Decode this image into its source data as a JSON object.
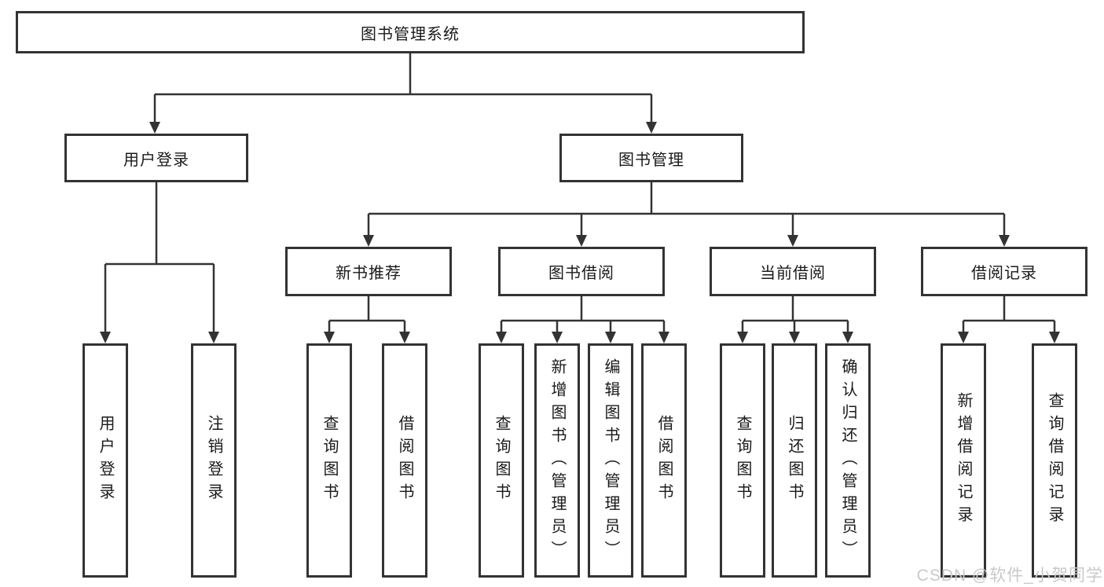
{
  "tree": {
    "root": {
      "label": "图书管理系统",
      "children": [
        {
          "label": "用户登录",
          "children": [
            {
              "label": "用户登录"
            },
            {
              "label": "注销登录"
            }
          ]
        },
        {
          "label": "图书管理",
          "children": [
            {
              "label": "新书推荐",
              "children": [
                {
                  "label": "查询图书"
                },
                {
                  "label": "借阅图书"
                }
              ]
            },
            {
              "label": "图书借阅",
              "children": [
                {
                  "label": "查询图书"
                },
                {
                  "label": "新增图书（管理员）"
                },
                {
                  "label": "编辑图书（管理员）"
                },
                {
                  "label": "借阅图书"
                }
              ]
            },
            {
              "label": "当前借阅",
              "children": [
                {
                  "label": "查询图书"
                },
                {
                  "label": "归还图书"
                },
                {
                  "label": "确认归还（管理员）"
                }
              ]
            },
            {
              "label": "借阅记录",
              "children": [
                {
                  "label": "新增借阅记录"
                },
                {
                  "label": "查询借阅记录"
                }
              ]
            }
          ]
        }
      ]
    }
  },
  "watermark": {
    "text": "CSDN @软件_小贺同学"
  },
  "colors": {
    "line": "#333333",
    "text": "#1a1a1a",
    "watermark": "#c9c9c9",
    "background": "#ffffff"
  }
}
